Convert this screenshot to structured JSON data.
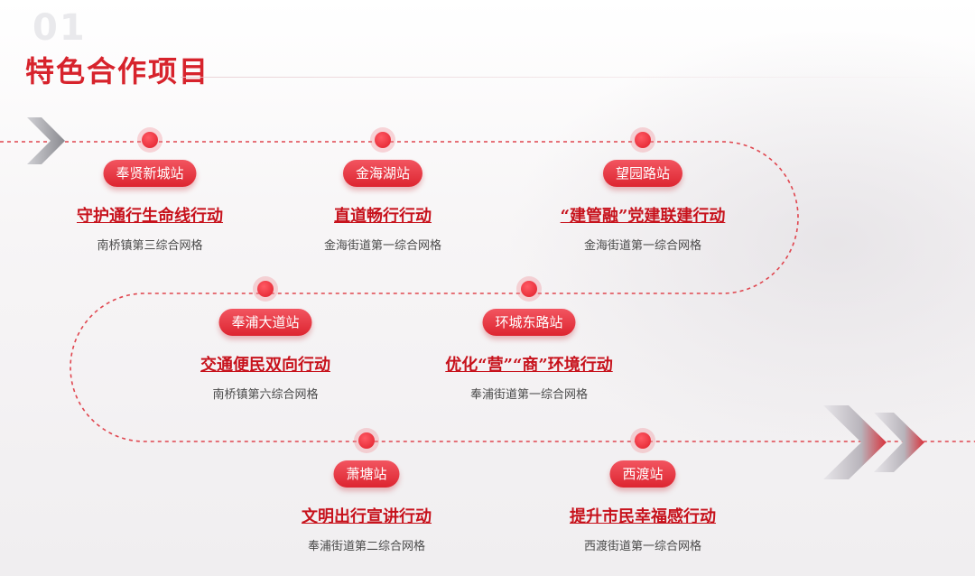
{
  "heading": {
    "number": "01",
    "title": "特色合作项目"
  },
  "stations": [
    {
      "station": "奉贤新城站",
      "project": "守护通行生命线行动",
      "grid": "南桥镇第三综合网格"
    },
    {
      "station": "金海湖站",
      "project": "直道畅行行动",
      "grid": "金海街道第一综合网格"
    },
    {
      "station": "望园路站",
      "project": "“建管融”党建联建行动",
      "grid": "金海街道第一综合网格"
    },
    {
      "station": "奉浦大道站",
      "project": "交通便民双向行动",
      "grid": "南桥镇第六综合网格"
    },
    {
      "station": "环城东路站",
      "project": "优化“营”“商”环境行动",
      "grid": "奉浦街道第一综合网格"
    },
    {
      "station": "萧塘站",
      "project": "文明出行宣讲行动",
      "grid": "奉浦街道第二综合网格"
    },
    {
      "station": "西渡站",
      "project": "提升市民幸福感行动",
      "grid": "西渡街道第一综合网格"
    }
  ],
  "colors": {
    "accent": "#d7232c",
    "accent_light": "#f25560",
    "text_gray": "#4a4a4a"
  }
}
